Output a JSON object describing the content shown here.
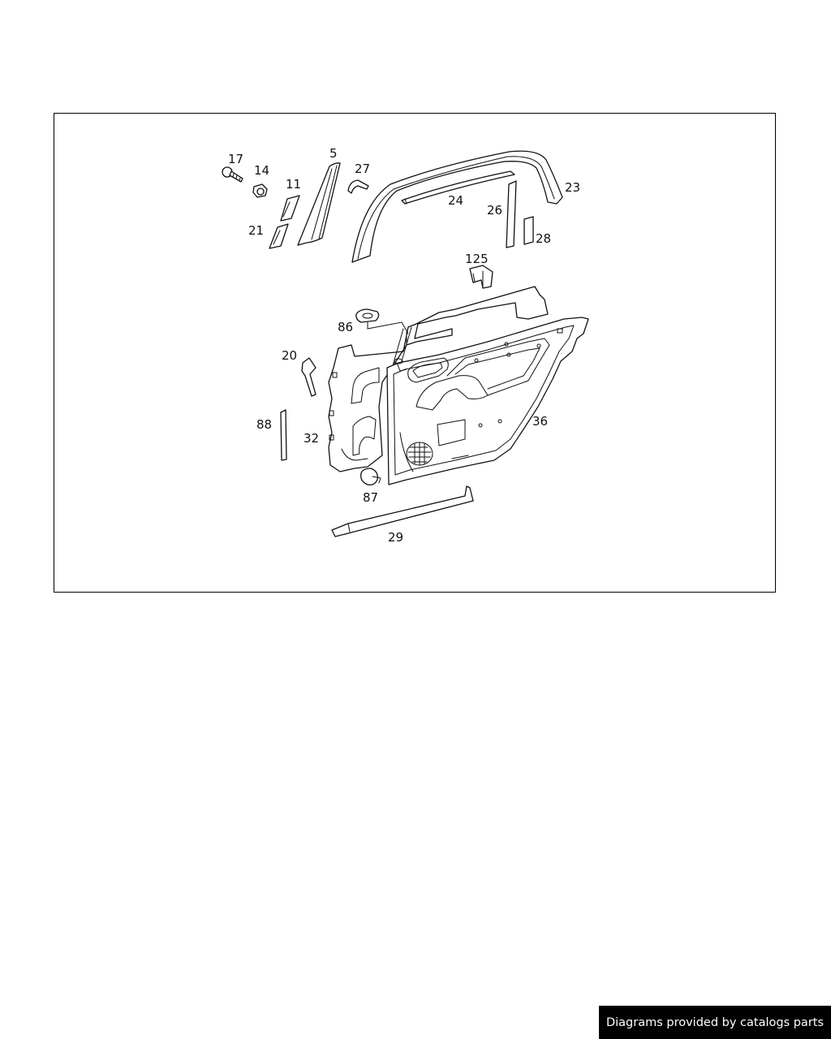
{
  "diagram": {
    "callouts": [
      {
        "id": "p17",
        "label": "17"
      },
      {
        "id": "p14",
        "label": "14"
      },
      {
        "id": "p11",
        "label": "11"
      },
      {
        "id": "p21",
        "label": "21"
      },
      {
        "id": "p5",
        "label": "5"
      },
      {
        "id": "p27",
        "label": "27"
      },
      {
        "id": "p24",
        "label": "24"
      },
      {
        "id": "p23",
        "label": "23"
      },
      {
        "id": "p26",
        "label": "26"
      },
      {
        "id": "p28",
        "label": "28"
      },
      {
        "id": "p125",
        "label": "125"
      },
      {
        "id": "p86",
        "label": "86"
      },
      {
        "id": "p20",
        "label": "20"
      },
      {
        "id": "p88",
        "label": "88"
      },
      {
        "id": "p32",
        "label": "32"
      },
      {
        "id": "p36",
        "label": "36"
      },
      {
        "id": "p87",
        "label": "87"
      },
      {
        "id": "p29",
        "label": "29"
      }
    ]
  },
  "footer": {
    "text": "Diagrams provided by catalogs parts"
  },
  "colors": {
    "line": "#111111",
    "background": "#ffffff",
    "badge_bg": "#000000",
    "badge_text": "#ffffff"
  }
}
